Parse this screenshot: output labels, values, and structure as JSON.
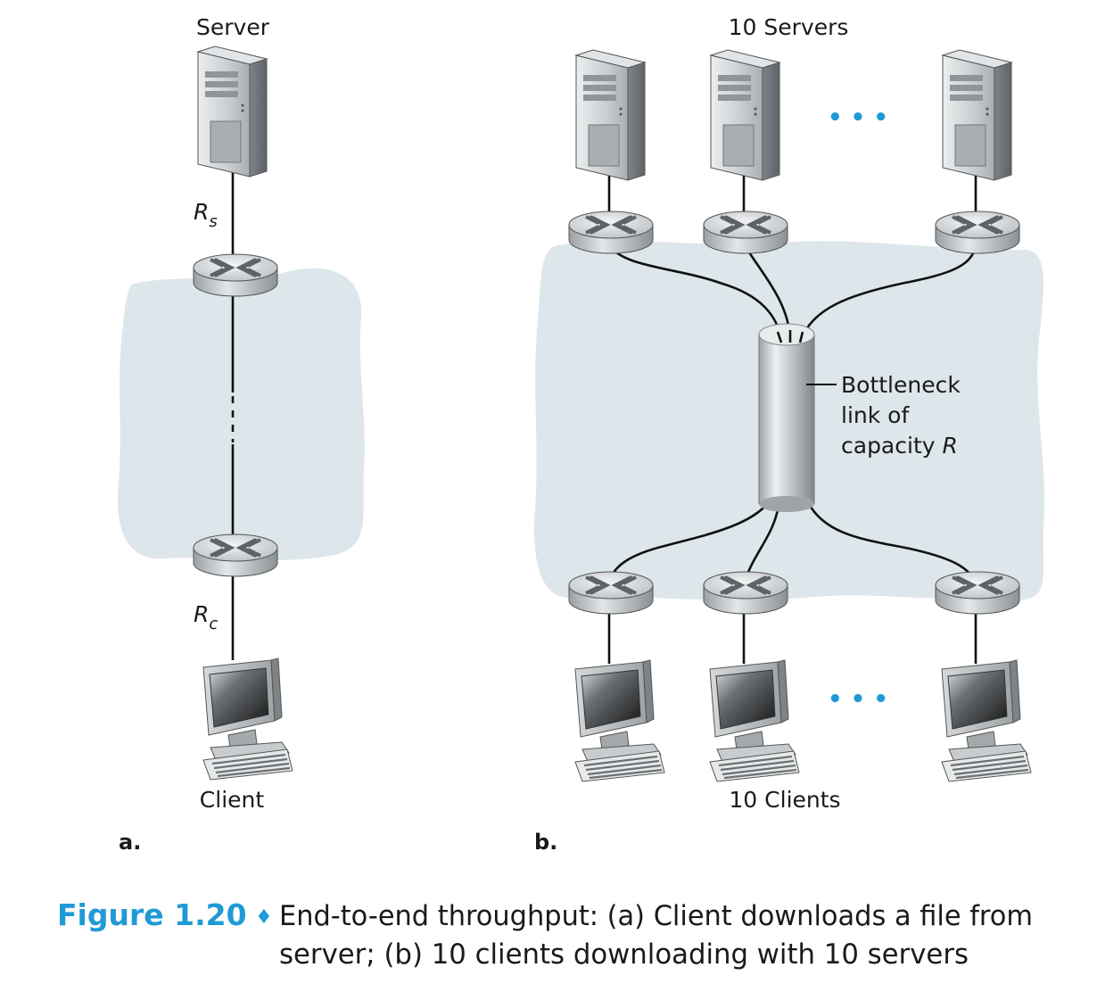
{
  "panel_a": {
    "server_label": "Server",
    "client_label": "Client",
    "rs_main": "R",
    "rs_sub": "s",
    "rc_main": "R",
    "rc_sub": "c",
    "panel_letter": "a."
  },
  "panel_b": {
    "servers_label": "10 Servers",
    "clients_label": "10 Clients",
    "ellipsis": "• • •",
    "bottleneck_line1": "Bottleneck",
    "bottleneck_line2": "link of",
    "bottleneck_line3_text": "capacity ",
    "bottleneck_line3_var": "R",
    "panel_letter": "b."
  },
  "caption": {
    "figure_label": "Figure 1.20",
    "separator": "♦",
    "line1": "End-to-end throughput: (a) Client downloads a file from",
    "line2": "server; (b) 10 clients downloading with 10 servers"
  },
  "colors": {
    "cloud": "#dde6ea",
    "caption_accent": "#1f9ad6"
  },
  "icons": [
    "server-icon",
    "router-icon",
    "client-computer-icon",
    "bottleneck-pipe-icon"
  ]
}
